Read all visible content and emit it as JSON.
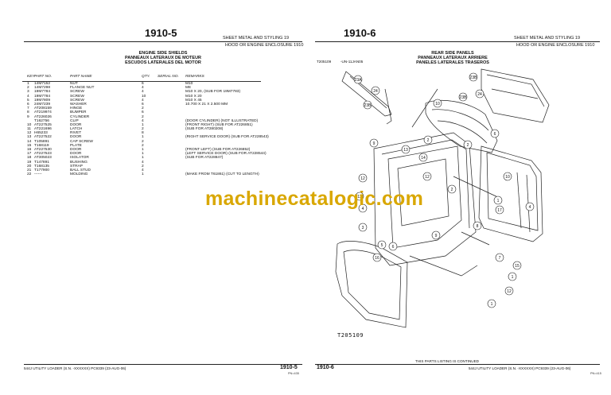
{
  "left": {
    "page_number": "1910-5",
    "header_line1": "SHEET METAL AND STYLING    19",
    "header_line2": "HOOD OR ENGINE ENCLOSURE 1910",
    "section": [
      "ENGINE SIDE SHIELDS",
      "PANNEAUX LATERAUX DE MOTEUR",
      "ESCUDOS LATERALES DEL MOTOR"
    ],
    "columns": {
      "key": "KEY",
      "part": "PART NO.",
      "name": "PART NAME",
      "qty": "QTY.",
      "serial": "SERIAL NO.",
      "remarks": "REMARKS"
    },
    "rows": [
      {
        "key": "1",
        "part": "14M7152",
        "name": "NUT",
        "qty": "6",
        "remarks": "M10"
      },
      {
        "key": "2",
        "part": "14M7298",
        "name": "FLANGE NUT",
        "qty": "4",
        "remarks": "M8"
      },
      {
        "key": "3",
        "part": "19M7784",
        "name": "SCREW",
        "qty": "4",
        "remarks": "M10 X 20, (SUB FOR 19M7783)"
      },
      {
        "key": "4",
        "part": "19M7784",
        "name": "SCREW",
        "qty": "10",
        "remarks": "M10 X 20"
      },
      {
        "key": "5",
        "part": "19M7809",
        "name": "SCREW",
        "qty": "4",
        "remarks": "M10 X 45"
      },
      {
        "key": "6",
        "part": "24M7239",
        "name": "WASHER",
        "qty": "6",
        "remarks": "10.700 X 21 X 2.500 MM"
      },
      {
        "key": "7",
        "part": "AT208159",
        "name": "HINGE",
        "qty": "2",
        "remarks": ""
      },
      {
        "key": "8",
        "part": "AT219974",
        "name": "BUMPER",
        "qty": "6",
        "remarks": ""
      },
      {
        "key": "9",
        "part": "AT226026",
        "name": "CYLINDER",
        "qty": "2",
        "remarks": ""
      },
      {
        "key": "",
        "part": "T162756",
        "name": "CLIP",
        "qty": "4",
        "remarks": "(DOOR CYLINDER) (NOT ILLUSTRATED)"
      },
      {
        "key": "10",
        "part": "AT227525",
        "name": "DOOR",
        "qty": "1",
        "remarks": "(FRONT RIGHT) (SUB FOR AT226851)"
      },
      {
        "key": "11",
        "part": "AT221696",
        "name": "LATCH",
        "qty": "2",
        "remarks": "(SUB FOR AT280208)"
      },
      {
        "key": "12",
        "part": "H65233",
        "name": "RIVET",
        "qty": "8",
        "remarks": ""
      },
      {
        "key": "13",
        "part": "AT227522",
        "name": "DOOR",
        "qty": "1",
        "remarks": "(RIGHT SERVICE DOOR) (SUB FOR AT228543)"
      },
      {
        "key": "14",
        "part": "T105891",
        "name": "CAP SCREW",
        "qty": "2",
        "remarks": ""
      },
      {
        "key": "15",
        "part": "T168119",
        "name": "PLATE",
        "qty": "2",
        "remarks": ""
      },
      {
        "key": "16",
        "part": "AT227530",
        "name": "DOOR",
        "qty": "1",
        "remarks": "(FRONT LEFT) (SUB FOR AT226852)"
      },
      {
        "key": "17",
        "part": "AT227523",
        "name": "DOOR",
        "qty": "1",
        "remarks": "(LEFT SERVICE DOOR) (SUB FOR AT228544)"
      },
      {
        "key": "18",
        "part": "AT305023",
        "name": "ISOLATOR",
        "qty": "1",
        "remarks": "(SUB FOR AT228847)"
      },
      {
        "key": "19",
        "part": "T147891",
        "name": "BUSHING",
        "qty": "4",
        "remarks": ""
      },
      {
        "key": "20",
        "part": "T168135",
        "name": "STRAP",
        "qty": "2",
        "remarks": ""
      },
      {
        "key": "21",
        "part": "T177900",
        "name": "BALL STUD",
        "qty": "4",
        "remarks": ""
      },
      {
        "key": "22",
        "part": "------",
        "name": "MOLDING",
        "qty": "1",
        "remarks": "(MAKE FROM T61861) (CUT TO LENGTH)"
      }
    ],
    "footer_text": "544J UTILITY LOADER (S.N. -XXXXXX)     PC9339     (23-AUG-06)",
    "footer_num": "1910-5",
    "footer_sub": "PN=435"
  },
  "right": {
    "page_number": "1910-6",
    "header_line1": "SHEET METAL AND STYLING    19",
    "header_line2": "HOOD OR ENGINE ENCLOSURE 1910",
    "section": [
      "REAR SIDE PANELS",
      "PANNEAUX LATERAUX ARRIERE",
      "PANELES LATERALES TRASEROS"
    ],
    "fig_code": "T205109",
    "fig_date": "-UN-11JAN05",
    "fig_code_bottom": "T205109",
    "continued": "THIS PARTS LISTING IS CONTINUED",
    "footer_num": "1910-6",
    "footer_text": "544J UTILITY LOADER (S.N. -XXXXXX)     PC9339     (23-AUG-06)",
    "footer_sub": "PN=415",
    "callouts": [
      "23A",
      "24",
      "23B",
      "23B",
      "24",
      "23B",
      "10",
      "6",
      "2",
      "9",
      "13",
      "12",
      "14",
      "12",
      "11",
      "4",
      "3",
      "5",
      "6",
      "2",
      "17",
      "8",
      "4",
      "9",
      "7",
      "15",
      "12",
      "16",
      "1",
      "1",
      "10",
      "2",
      "1"
    ]
  },
  "watermark": "machinecatalogic.com",
  "colors": {
    "watermark": "#d9a700",
    "ink": "#111111"
  }
}
